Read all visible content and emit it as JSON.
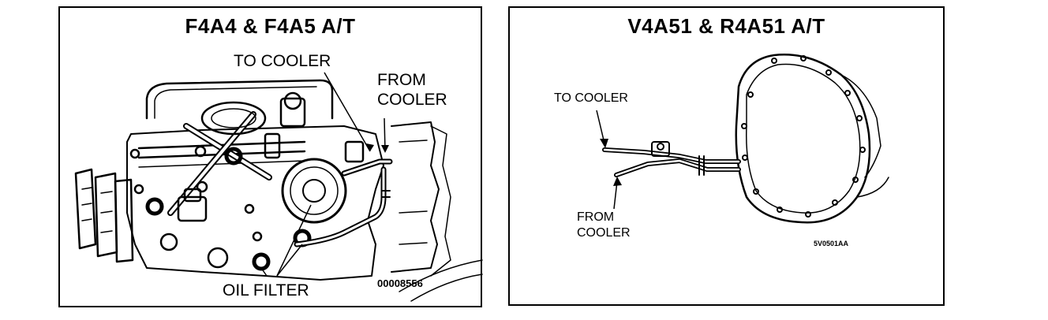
{
  "left_panel": {
    "title": "F4A4 & F4A5 A/T",
    "to_cooler": "TO COOLER",
    "from_cooler_line1": "FROM",
    "from_cooler_line2": "COOLER",
    "oil_filter": "OIL FILTER",
    "figure_code": "00008556"
  },
  "right_panel": {
    "title": "V4A51 & R4A51 A/T",
    "to_cooler": "TO COOLER",
    "from_cooler_line1": "FROM",
    "from_cooler_line2": "COOLER",
    "figure_code": "5V0501AA"
  }
}
